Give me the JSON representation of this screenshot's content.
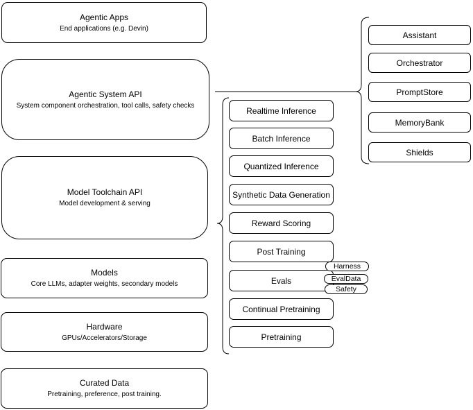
{
  "diagram": {
    "colors": {
      "stroke": "#000000",
      "fill": "#ffffff",
      "background": "#ffffff"
    },
    "left_column": [
      {
        "title": "Agentic Apps",
        "subtitle": "End applications (e.g. Devin)"
      },
      {
        "title": "Agentic System API",
        "subtitle": "System component orchestration, tool calls, safety checks"
      },
      {
        "title": "Model Toolchain API",
        "subtitle": "Model development & serving"
      },
      {
        "title": "Models",
        "subtitle": "Core LLMs, adapter weights, secondary models"
      },
      {
        "title": "Hardware",
        "subtitle": "GPUs/Accelerators/Storage"
      },
      {
        "title": "Curated Data",
        "subtitle": "Pretraining, preference, post training."
      }
    ],
    "toolchain_services": [
      "Realtime Inference",
      "Batch Inference",
      "Quantized Inference",
      "Synthetic Data Generation",
      "Reward Scoring",
      "Post Training",
      "Evals",
      "Continual Pretraining",
      "Pretraining"
    ],
    "eval_tags": [
      "Harness",
      "EvalData",
      "Safety"
    ],
    "system_components": [
      "Assistant",
      "Orchestrator",
      "PromptStore",
      "MemoryBank",
      "Shields"
    ]
  }
}
